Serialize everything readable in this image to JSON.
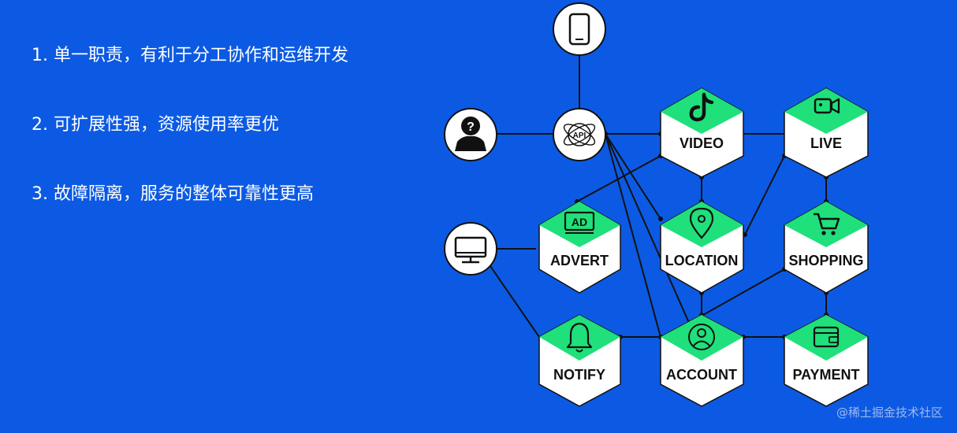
{
  "points": [
    "1. 单一职责，有利于分工协作和运维开发",
    "2. 可扩展性强，资源使用率更优",
    "3. 故障隔离，服务的整体可靠性更高"
  ],
  "nodes": {
    "video": "VIDEO",
    "live": "LIVE",
    "advert": "ADVERT",
    "location": "LOCATION",
    "shopping": "SHOPPING",
    "notify": "NOTIFY",
    "account": "ACCOUNT",
    "payment": "PAYMENT"
  },
  "api_label": "API",
  "ad_label": "AD",
  "icons": {
    "mobile": "mobile-phone-icon",
    "user": "user-question-icon",
    "api": "api-gateway-icon",
    "desktop": "desktop-monitor-icon",
    "video": "tiktok-icon",
    "live": "video-camera-icon",
    "advert": "ad-icon",
    "location": "location-pin-icon",
    "shopping": "shopping-cart-icon",
    "notify": "bell-icon",
    "account": "user-circle-icon",
    "payment": "wallet-icon"
  },
  "colors": {
    "background": "#0c5ae3",
    "node_green": "#1fe07a",
    "line": "#111111"
  },
  "watermark": "@稀土掘金技术社区"
}
